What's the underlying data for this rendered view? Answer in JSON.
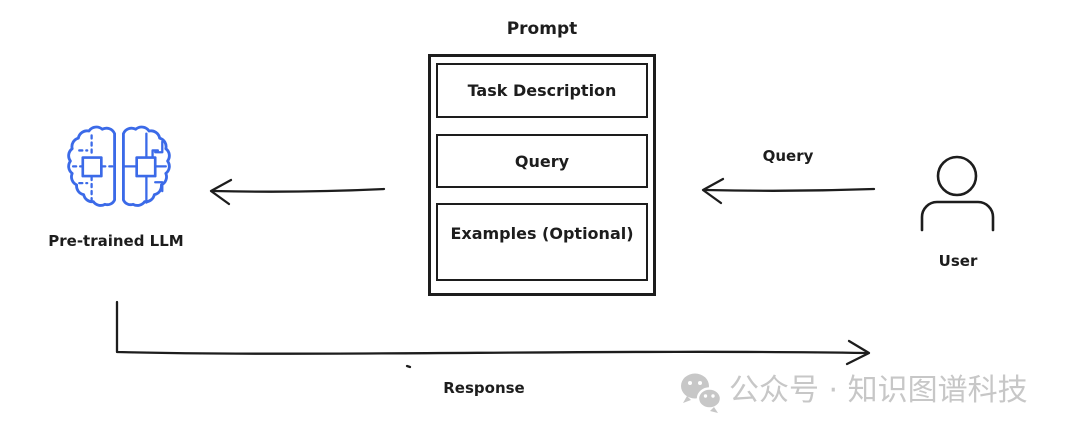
{
  "prompt_box": {
    "title": "Prompt",
    "components": [
      "Task Description",
      "Query",
      "Examples (Optional)"
    ]
  },
  "llm": {
    "label": "Pre-trained LLM",
    "icon": "ai-brain-icon"
  },
  "user": {
    "label": "User",
    "icon": "person-icon"
  },
  "arrows": {
    "query_label": "Query",
    "response_label": "Response"
  },
  "watermark": {
    "icon": "wechat-icon",
    "text": "公众号 · 知识图谱科技"
  },
  "colors": {
    "ink": "#1d1d1d",
    "accent_blue": "#3b6ae8",
    "watermark_gray": "#c7c7c7",
    "background": "#ffffff"
  }
}
